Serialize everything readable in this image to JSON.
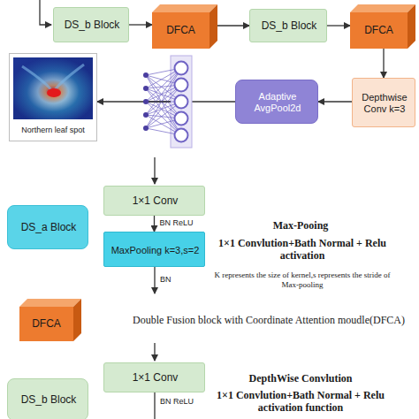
{
  "diagram": {
    "nodes": [
      {
        "text": [
          "DS_b Block"
        ]
      },
      {
        "text": [
          "DFCA"
        ]
      },
      {
        "text": [
          "DS_b Block"
        ]
      },
      {
        "text": [
          "DFCA"
        ]
      },
      {
        "text": [
          "Depthwise Conv k=3"
        ]
      },
      {
        "text": [
          "Adaptive AvgPool2d"
        ]
      },
      {
        "text": [
          "Northern leaf spot"
        ]
      },
      {
        "text": [
          "1×1 Conv"
        ]
      },
      {
        "text": [
          "MaxPooling k=3,s=2"
        ]
      },
      {
        "text": [
          "DS_a Block"
        ]
      },
      {
        "text": [
          "DFCA"
        ]
      },
      {
        "text": [
          "1×1 Conv"
        ]
      },
      {
        "text": [
          "DS_b Block"
        ]
      }
    ],
    "edges": [
      {
        "from": 0,
        "to": 1,
        "arrow": "to"
      },
      {
        "from": 1,
        "to": 2,
        "arrow": "to"
      },
      {
        "from": 2,
        "to": 3,
        "arrow": "to"
      },
      {
        "from": 3,
        "to": 4,
        "arrow": "to"
      },
      {
        "from": 4,
        "to": 5,
        "arrow": "to"
      },
      {
        "from": 5,
        "to": 6,
        "arrow": "to"
      },
      {
        "from": 7,
        "to": 8,
        "label": "BN ReLU",
        "arrow": "to"
      }
    ],
    "labels": [
      "BN",
      "BN ReLU",
      "Max-Pooing",
      "1×1 Convlution+Bath Normal + Relu activation",
      "K represents the size of kernel,s represents the stride of Max-pooling",
      "Double Fusion block with Coordinate Attention moudle(DFCA)",
      "DepthWise Convlution",
      "1×1 Convlution+Bath Normal + Relu activation function"
    ]
  }
}
